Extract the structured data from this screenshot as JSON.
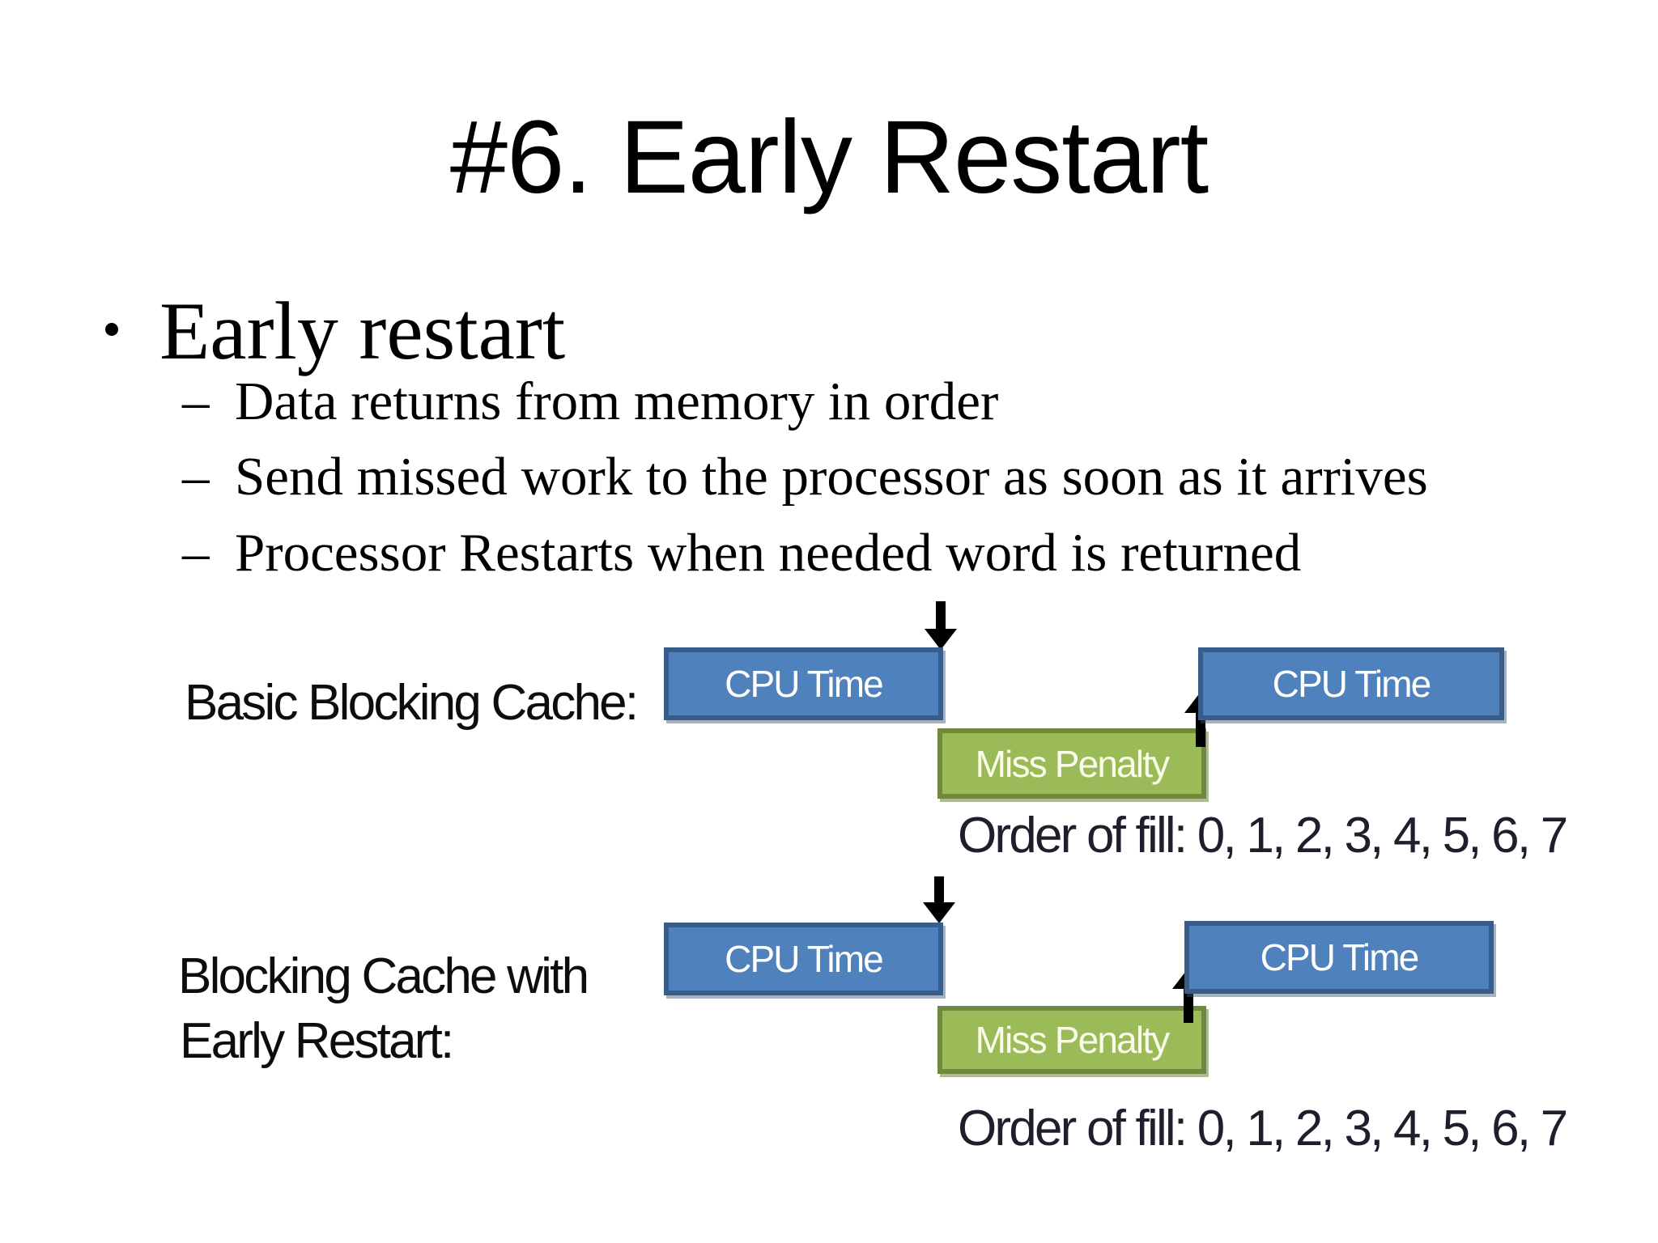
{
  "title": "#6. Early Restart",
  "bullets": {
    "marker": "•",
    "dash": "–",
    "main": "Early restart",
    "subs": [
      "Data returns from memory in order",
      "Send missed work to the processor as soon as it arrives",
      "Processor Restarts when needed word is returned"
    ]
  },
  "diagram1": {
    "label": "Basic Blocking Cache:",
    "cpu_left": "CPU Time",
    "miss_penalty": "Miss Penalty",
    "cpu_right": "CPU Time",
    "order_of_fill": "Order of fill: 0, 1, 2, 3, 4, 5, 6, 7"
  },
  "diagram2": {
    "label_line1": "Blocking Cache with",
    "label_line2": "Early Restart:",
    "cpu_left": "CPU Time",
    "miss_penalty": "Miss Penalty",
    "cpu_right": "CPU Time",
    "order_of_fill": "Order of fill: 0, 1, 2, 3, 4, 5, 6, 7"
  },
  "colors": {
    "cpu-fill": "#4f81bd",
    "cpu-border": "#385d8a",
    "miss-fill": "#9bbb59",
    "miss-border": "#71893f",
    "arrow": "#000000",
    "order-text": "#1e1e2c"
  }
}
